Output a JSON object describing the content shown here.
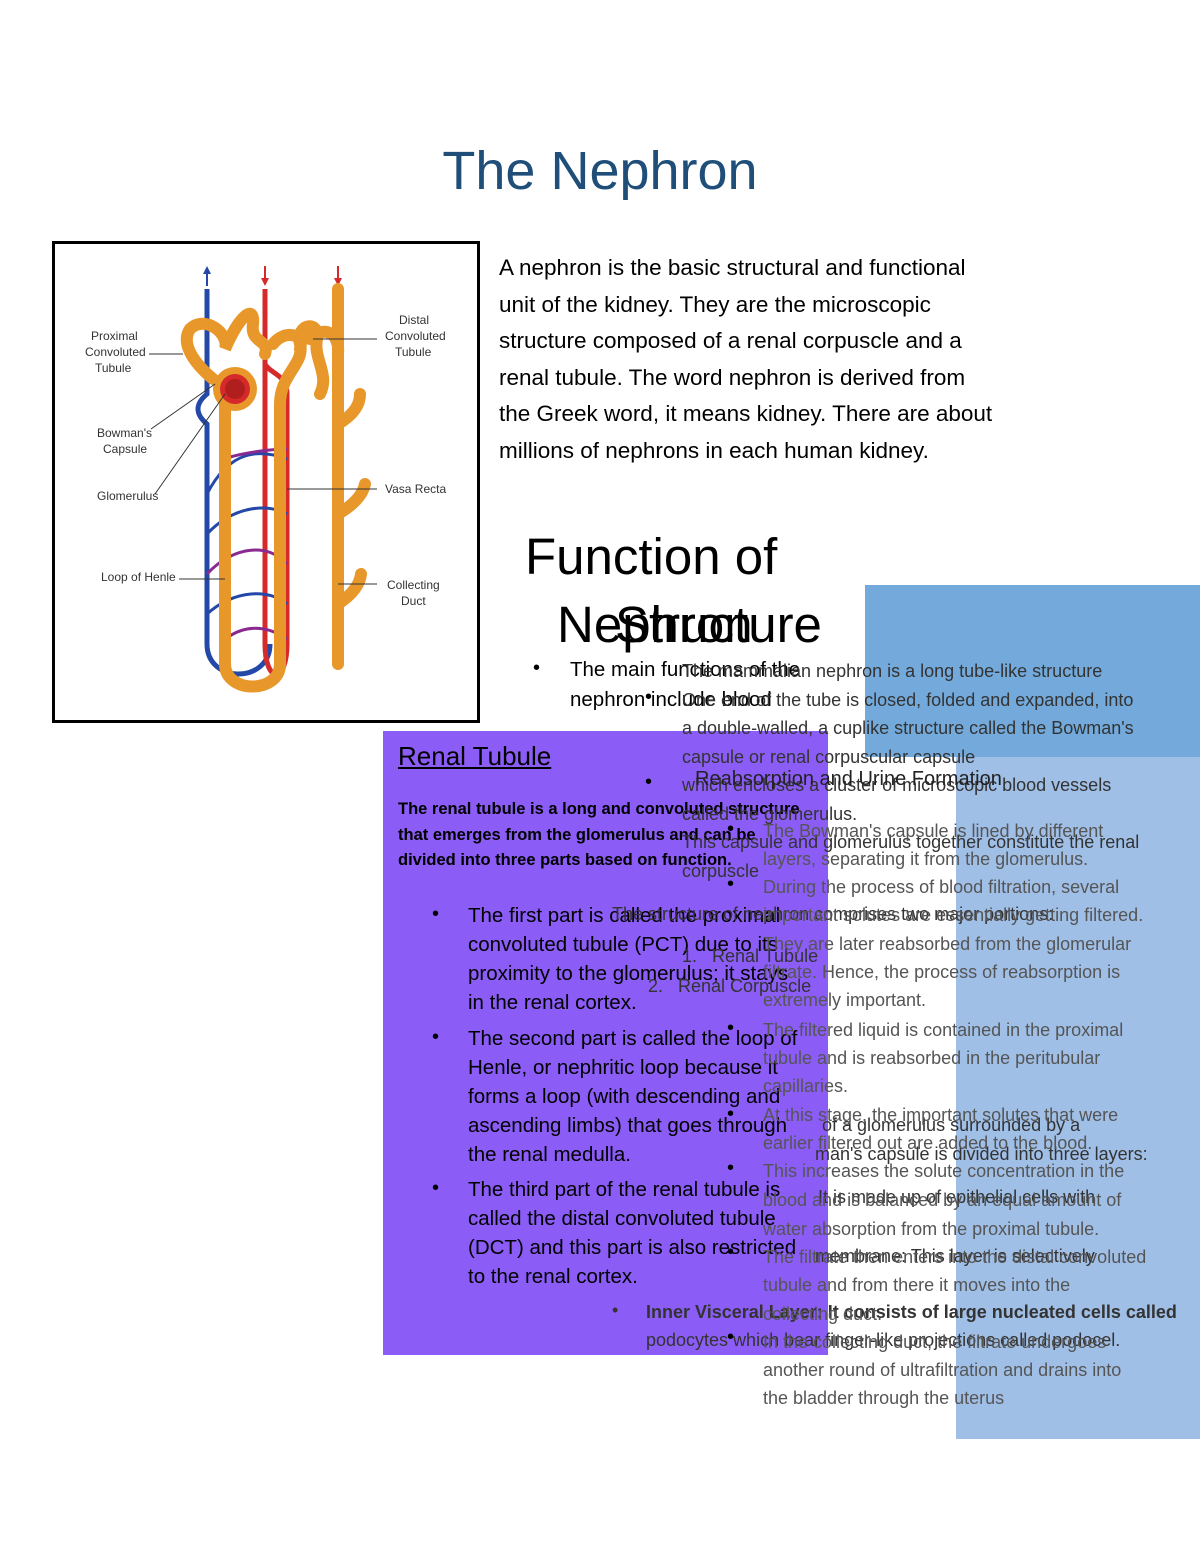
{
  "title": "The Nephron",
  "figure": {
    "labels": {
      "pct": [
        "Proximal",
        "Convoluted",
        "Tubule"
      ],
      "dct": [
        "Distal",
        "Convoluted",
        "Tubule"
      ],
      "bowman": [
        "Bowman's",
        "Capsule"
      ],
      "glomerulus": "Glomerulus",
      "vasa": "Vasa Recta",
      "loop": "Loop of Henle",
      "collecting": [
        "Collecting",
        "Duct"
      ]
    },
    "colors": {
      "tubule": "#e8972a",
      "artery": "#d62a2a",
      "vein": "#2448a8"
    }
  },
  "intro": [
    "A nephron is the basic structural and functional",
    "unit of the kidney. They are the microscopic",
    "structure composed of a renal corpuscle and a",
    "renal tubule. The word nephron is derived from",
    "the Greek word, it means kidney. There are about",
    "millions of nephrons in each human kidney."
  ],
  "function": {
    "heading1": "Function of",
    "heading2": "Nephron",
    "bullet1_l1": "The main functions of the",
    "bullet1_l2": "nephron include blood"
  },
  "structure": {
    "heading": "Structure",
    "lines": [
      "The mammalian nephron is a long tube-like structure",
      "One end of the tube is closed, folded and expanded, into",
      "a double-walled, a cuplike structure called the Bowman's",
      "capsule or renal corpuscular capsule",
      "which encloses a cluster of microscopic blood vessels",
      "called the glomerulus.",
      "This capsule and glomerulus together constitute the renal",
      "corpuscle",
      "The structure of nephron comprises two major portions:",
      "Renal Tubule",
      "Renal Corpuscle",
      "of a glomerulus surrounded by a",
      "man's capsule is divided into three layers:",
      "It is made up of epithelial cells with",
      "membrane: This layer is selectively",
      "Inner Visceral Layer: It consists of large nucleated cells called",
      "podocytes which bear finger-like projections called podocel."
    ]
  },
  "reabsorption": {
    "heading": "Reabsorption and Urine Formation",
    "lines": [
      "The Bowman's capsule is lined by different",
      "layers, separating it from the glomerulus.",
      "During the process of blood filtration, several",
      "important solutes are essentially getting filtered.",
      "They are later reabsorbed from the glomerular",
      "filtrate. Hence, the process of reabsorption is",
      "extremely important.",
      "The filtered liquid is contained in the proximal",
      "tubule and is reabsorbed in the peritubular",
      "capillaries.",
      "At this stage, the important solutes that were",
      "earlier filtered out are added to the blood.",
      "This increases the solute concentration in the",
      "blood and is balanced by an equal amount of",
      "water absorption from the proximal tubule.",
      "The filtrate then enters into the distal convoluted",
      "tubule and from there it moves into the",
      "collecting duct.",
      "In the collecting duct, the filtrate undergoes",
      "another round of ultrafiltration and drains into",
      "the bladder through the uterus"
    ]
  },
  "renal_tubule": {
    "heading": "Renal Tubule",
    "desc": "The renal tubule is a long and convoluted structure that emerges from the glomerulus and can be divided into three parts based on function.",
    "bullets": [
      [
        "The first part is called the proximal",
        "convoluted tubule (PCT) due to its",
        "proximity to the glomerulus; it stays",
        "in the renal cortex."
      ],
      [
        "The second part is called the loop of",
        "Henle, or nephritic loop because it",
        "forms a loop (with descending and",
        "ascending limbs) that goes through",
        "the renal medulla."
      ],
      [
        "The third part of the renal tubule is",
        "called the distal convoluted tubule",
        "(DCT) and this part is also restricted",
        "to the renal cortex."
      ]
    ]
  }
}
